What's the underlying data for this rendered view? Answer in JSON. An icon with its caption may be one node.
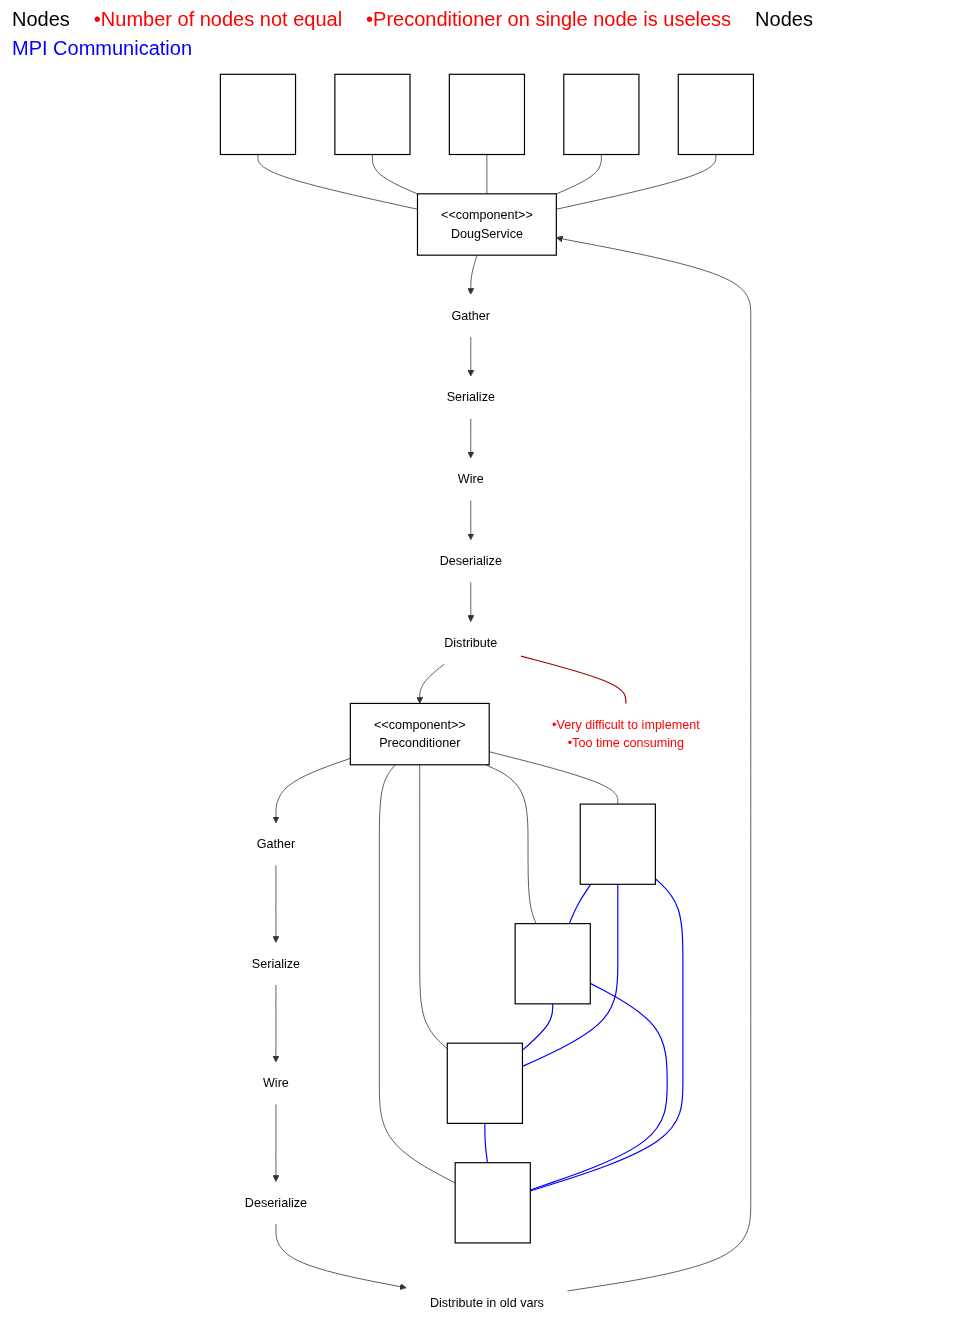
{
  "diagram": {
    "nodes": [
      {
        "text": [],
        "shape": "box"
      },
      {
        "text": [],
        "shape": "box"
      },
      {
        "text": [],
        "shape": "box"
      },
      {
        "text": [],
        "shape": "box"
      },
      {
        "text": [],
        "shape": "box"
      },
      {
        "text": [
          "<<component>>",
          "DougService"
        ]
      },
      {
        "text": [
          "Distribute in old vars"
        ]
      },
      {
        "text": [
          "Gather"
        ]
      },
      {
        "text": [
          "Deserialize"
        ]
      },
      {
        "text": [
          "Serialize"
        ]
      },
      {
        "text": [
          "Wire"
        ]
      },
      {
        "text": [
          "Wire"
        ]
      },
      {
        "text": [
          "Serialize"
        ]
      },
      {
        "text": [
          "Deserialize"
        ]
      },
      {
        "text": [
          "Gather"
        ]
      },
      {
        "text": [
          "Distribute"
        ]
      },
      {
        "text": [
          "<<component>>",
          "Preconditioner"
        ]
      },
      {
        "text": [
          "•Very difficult to implement",
          "•Too time consuming"
        ]
      },
      {
        "text": [],
        "shape": "box"
      },
      {
        "text": [],
        "shape": "box"
      },
      {
        "text": [],
        "shape": "box"
      },
      {
        "text": [],
        "shape": "box"
      }
    ],
    "edges": [
      {
        "from": 0,
        "to": 5,
        "arrow": "none"
      },
      {
        "from": 1,
        "to": 5,
        "arrow": "none"
      },
      {
        "from": 2,
        "to": 5,
        "arrow": "none"
      },
      {
        "from": 3,
        "to": 5,
        "arrow": "none"
      },
      {
        "from": 4,
        "to": 5,
        "arrow": "none"
      },
      {
        "from": 5,
        "to": 7,
        "arrow": "to"
      },
      {
        "from": 7,
        "to": 9,
        "arrow": "to"
      },
      {
        "from": 9,
        "to": 11,
        "arrow": "to"
      },
      {
        "from": 11,
        "to": 13,
        "arrow": "to"
      },
      {
        "from": 13,
        "to": 15,
        "arrow": "to"
      },
      {
        "from": 15,
        "to": 16,
        "arrow": "to"
      },
      {
        "from": 16,
        "to": 14,
        "arrow": "to"
      },
      {
        "from": 14,
        "to": 12,
        "arrow": "to"
      },
      {
        "from": 12,
        "to": 10,
        "arrow": "to"
      },
      {
        "from": 10,
        "to": 8,
        "arrow": "to"
      },
      {
        "from": 8,
        "to": 6,
        "arrow": "to"
      },
      {
        "from": 6,
        "to": 5,
        "arrow": "to"
      },
      {
        "from": 15,
        "to": 17,
        "arrow": "none",
        "color": "#a00000"
      },
      {
        "from": 16,
        "to": 18,
        "arrow": "none"
      },
      {
        "from": 16,
        "to": 19,
        "arrow": "none"
      },
      {
        "from": 16,
        "to": 20,
        "arrow": "none"
      },
      {
        "from": 16,
        "to": 21,
        "arrow": "none"
      },
      {
        "from": 18,
        "to": 19,
        "arrow": "none",
        "color": "#0000ff"
      },
      {
        "from": 19,
        "to": 20,
        "arrow": "none",
        "color": "#0000ff"
      },
      {
        "from": 20,
        "to": 21,
        "arrow": "none",
        "color": "#0000ff"
      },
      {
        "from": 18,
        "to": 20,
        "arrow": "none",
        "color": "#0000ff"
      },
      {
        "from": 19,
        "to": 21,
        "arrow": "none",
        "color": "#0000ff"
      },
      {
        "from": 18,
        "to": 21,
        "arrow": "none",
        "color": "#0000ff"
      }
    ],
    "labels": [
      "Nodes",
      "•Number of nodes not equal",
      "•Preconditioner on single node is useless",
      "Nodes",
      "MPI Communication"
    ]
  }
}
